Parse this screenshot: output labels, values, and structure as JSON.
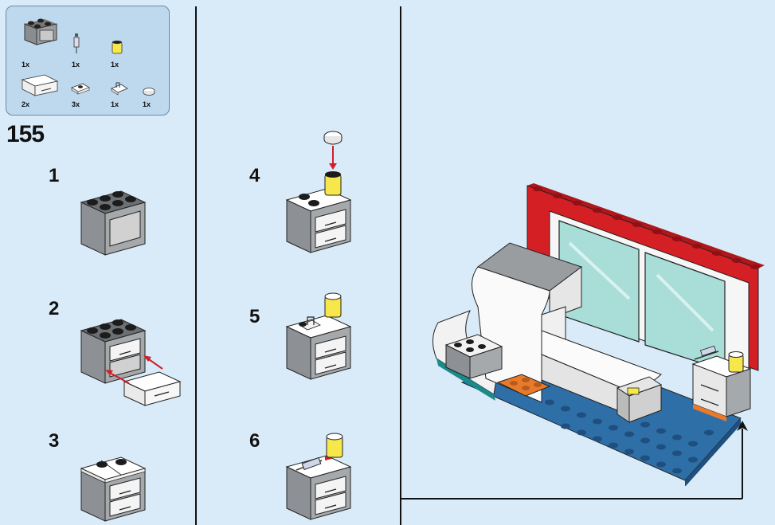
{
  "parts_list": {
    "items": [
      {
        "name": "dark-grey-cabinet-2x2",
        "qty": "1x"
      },
      {
        "name": "transparent-syringe",
        "qty": "1x"
      },
      {
        "name": "yellow-transparent-jar",
        "qty": "1x"
      },
      {
        "name": "white-drawer",
        "qty": "2x"
      },
      {
        "name": "white-plate-1x2-with-stud",
        "qty": "3x"
      },
      {
        "name": "white-clip-plate",
        "qty": "1x"
      },
      {
        "name": "white-round-tile-1x1",
        "qty": "1x"
      }
    ]
  },
  "page_number": "155",
  "steps": [
    {
      "number": "1"
    },
    {
      "number": "2"
    },
    {
      "number": "3"
    },
    {
      "number": "4"
    },
    {
      "number": "5"
    },
    {
      "number": "6"
    }
  ],
  "colors": {
    "background": "#d9ebf8",
    "parts_box": "#bed8ee",
    "arrow": "#d0202a",
    "dark_grey": "#5d6165",
    "brick_red": "#d41f24",
    "baseplate_blue": "#2f6fa8",
    "orange": "#e87a2b",
    "teal": "#1b8a8a",
    "trans_yellow": "#f6e84a"
  }
}
